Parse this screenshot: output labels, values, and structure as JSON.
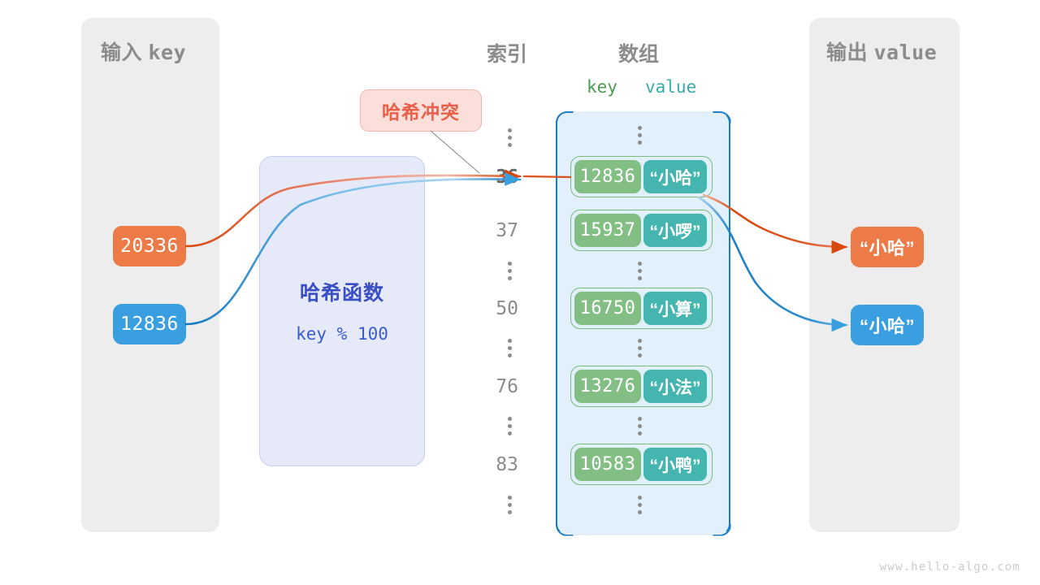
{
  "watermark": "www.hello-algo.com",
  "input_panel": {
    "title_cjk": "输入",
    "title_mono": "key"
  },
  "output_panel": {
    "title_cjk": "输出",
    "title_mono": "value"
  },
  "inputs": [
    {
      "label": "20336",
      "color": "#ec7b48"
    },
    {
      "label": "12836",
      "color": "#3a9fe0"
    }
  ],
  "outputs": [
    {
      "label": "“小哈”",
      "color": "#ec7b48"
    },
    {
      "label": "“小哈”",
      "color": "#3a9fe0"
    }
  ],
  "hash_function": {
    "title": "哈希函数",
    "formula": "key % 100"
  },
  "collision_badge": {
    "label": "哈希冲突"
  },
  "headers": {
    "index": "索引",
    "array": "数组",
    "key": "key",
    "value": "value"
  },
  "array": {
    "rows": [
      {
        "type": "dots"
      },
      {
        "type": "entry",
        "index": "36",
        "key": "12836",
        "value": "“小哈”",
        "highlight": true
      },
      {
        "type": "entry",
        "index": "37",
        "key": "15937",
        "value": "“小啰”",
        "highlight": false
      },
      {
        "type": "dots"
      },
      {
        "type": "entry",
        "index": "50",
        "key": "16750",
        "value": "“小算”",
        "highlight": false
      },
      {
        "type": "dots"
      },
      {
        "type": "entry",
        "index": "76",
        "key": "13276",
        "value": "“小法”",
        "highlight": false
      },
      {
        "type": "dots"
      },
      {
        "type": "entry",
        "index": "83",
        "key": "10583",
        "value": "“小鸭”",
        "highlight": false
      },
      {
        "type": "dots"
      }
    ]
  },
  "colors": {
    "orange": "#ec7b48",
    "blue": "#3a9fe0",
    "key_green": "#83bf84",
    "value_teal": "#45b5b0",
    "array_fill": "#e2f0fb",
    "array_border": "#1f7dc4",
    "hash_fill": "#e5e9f8",
    "hash_text": "#3b4fc4",
    "panel_fill": "#ededed",
    "badge_fill": "#fbdfda",
    "badge_text": "#e8604a",
    "arrow_orange": "#d9480f",
    "arrow_blue": "#1f7dc4"
  }
}
